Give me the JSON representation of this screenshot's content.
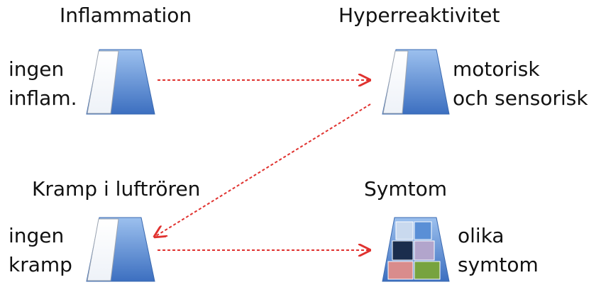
{
  "nodes": {
    "inflammation": {
      "title": "Inflammation",
      "state_line1": "ingen",
      "state_line2": "inflam."
    },
    "hyperreactivity": {
      "title": "Hyperreaktivitet",
      "state_line1": "motorisk",
      "state_line2": "och sensorisk"
    },
    "bronchospasm": {
      "title": "Kramp i luftrören",
      "state_line1": "ingen",
      "state_line2": "kramp"
    },
    "symptoms": {
      "title": "Symtom",
      "state_line1": "olika",
      "state_line2": "symtom"
    }
  },
  "colors": {
    "gauge_blue_light": "#9cc0ee",
    "gauge_blue_dark": "#3c6fc0",
    "arrow": "#e0322f",
    "symptom_cells": [
      "#c9d9ee",
      "#5a8fd6",
      "#1a2d4d",
      "#b2a5cc",
      "#d98c8c",
      "#77a33f"
    ]
  }
}
